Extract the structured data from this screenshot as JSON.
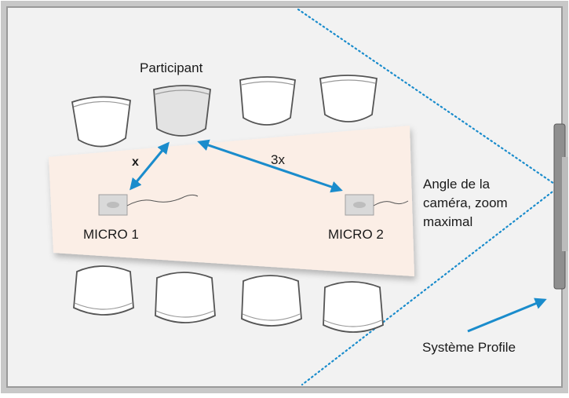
{
  "diagram": {
    "participant_label": "Participant",
    "distance_near_label": "x",
    "distance_far_label": "3x",
    "mic_1_label": "MICRO 1",
    "mic_2_label": "MICRO 2",
    "camera_angle_label": {
      "line1": "Angle de la",
      "line2": "caméra, zoom",
      "line3": "maximal"
    },
    "system_label": "Système Profile"
  },
  "colors": {
    "frame": "#8c8c8c",
    "room": "#f2f2f2",
    "table": "#fbeee6",
    "arrow": "#1a8ccc",
    "camera_lines": "#1a8ccc",
    "chair_fill": "#ffffff",
    "participant_chair_fill": "#e3e3e3",
    "chair_stroke": "#555555",
    "mic_fill": "#d9d9d9"
  }
}
